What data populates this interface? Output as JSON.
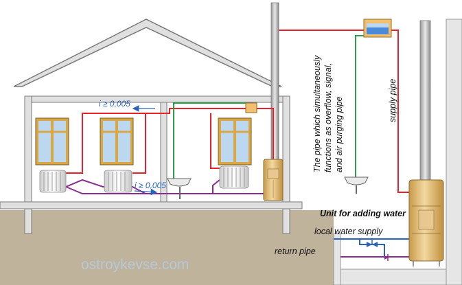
{
  "labels": {
    "overflow_line1": "The pipe which simultaneously",
    "overflow_line2": "functions as overflow, signal,",
    "overflow_line3": "and air purging pipe",
    "supply_pipe": "supply pipe",
    "unit_for_adding_water": "Unit for adding water",
    "local_water_supply": "local water supply",
    "return_pipe": "return pipe",
    "slope_upper": "i ≥ 0,005",
    "slope_lower": "i ≥ 0,005",
    "watermark": "ostroykevse.com"
  },
  "colors": {
    "supply_pipe": "#e8202a",
    "return_pipe": "#8a2c8f",
    "overflow_pipe": "#2aa04a",
    "water_pipe": "#2a63b8",
    "ground": "#bfb39c",
    "boiler": "#dcb56c"
  }
}
